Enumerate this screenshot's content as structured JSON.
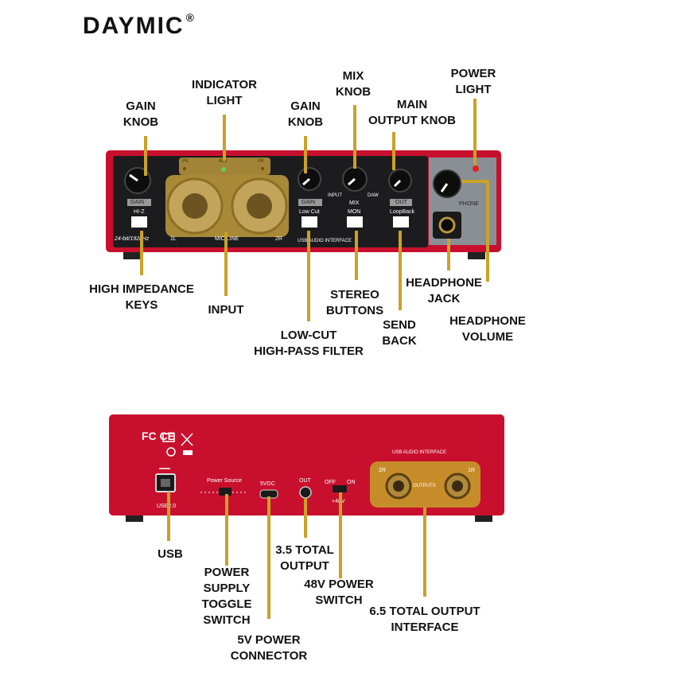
{
  "brand": {
    "name": "DAYMIC",
    "registered": "®"
  },
  "front_labels": {
    "gain_knob_left": "GAIN\nKNOB",
    "indicator_light": "INDICATOR\nLIGHT",
    "gain_knob_right": "GAIN\nKNOB",
    "mix_knob": "MIX\nKNOB",
    "main_output_knob": "MAIN\nOUTPUT KNOB",
    "power_light": "POWER\nLIGHT",
    "high_impedance_keys": "HIGH IMPEDANCE\nKEYS",
    "input": "INPUT",
    "low_cut": "LOW-CUT\nHIGH-PASS FILTER",
    "stereo_buttons": "STEREO\nBUTTONS",
    "send_back": "SEND\nBACK",
    "headphone_jack": "HEADPHONE\nJACK",
    "headphone_volume": "HEADPHONE\nVOLUME"
  },
  "back_labels": {
    "usb": "USB",
    "power_supply_toggle": "POWER\nSUPPLY\nTOGGLE\nSWITCH",
    "power_connector": "5V POWER\nCONNECTOR",
    "total_output_35": "3.5 TOTAL\nOUTPUT",
    "power_48v_switch": "48V POWER\nSWITCH",
    "total_output_65": "6.5 TOTAL OUTPUT\nINTERFACE"
  },
  "front_panel_text": {
    "pk_left": "PK",
    "v48": "48V",
    "pk_right": "PK",
    "gain1": "GAIN",
    "hiz": "HI-Z",
    "gain2": "GAIN",
    "lowcut": "Low Cut",
    "input": "INPUT",
    "daw": "DAW",
    "mix": "MIX",
    "mon": "MON",
    "out": "OUT",
    "loopback": "LoopBack",
    "phone": "PHONE",
    "bitrate": "24-bit/192kHz",
    "ch1": "1L",
    "micline": "MIC/LINE",
    "ch2": "2R",
    "usb_interface": "USB AUDIO INTERFACE"
  },
  "back_panel_text": {
    "fc_ce": "FC CE",
    "usb_port": "USB2.0",
    "power_source": "Power Source",
    "v5dc": "5VDC",
    "out": "OUT",
    "off": "OFF",
    "on": "ON",
    "v48": "+48V",
    "usb_interface": "USB AUDIO INTERFACE",
    "r2": "2R",
    "r1": "1R",
    "outputs": "OUTPUTS"
  },
  "colors": {
    "device_red": "#c8102e",
    "leader_gold": "#c9a227",
    "panel_dark": "#1c1c1e",
    "xlr_gold": "#b8963a"
  }
}
